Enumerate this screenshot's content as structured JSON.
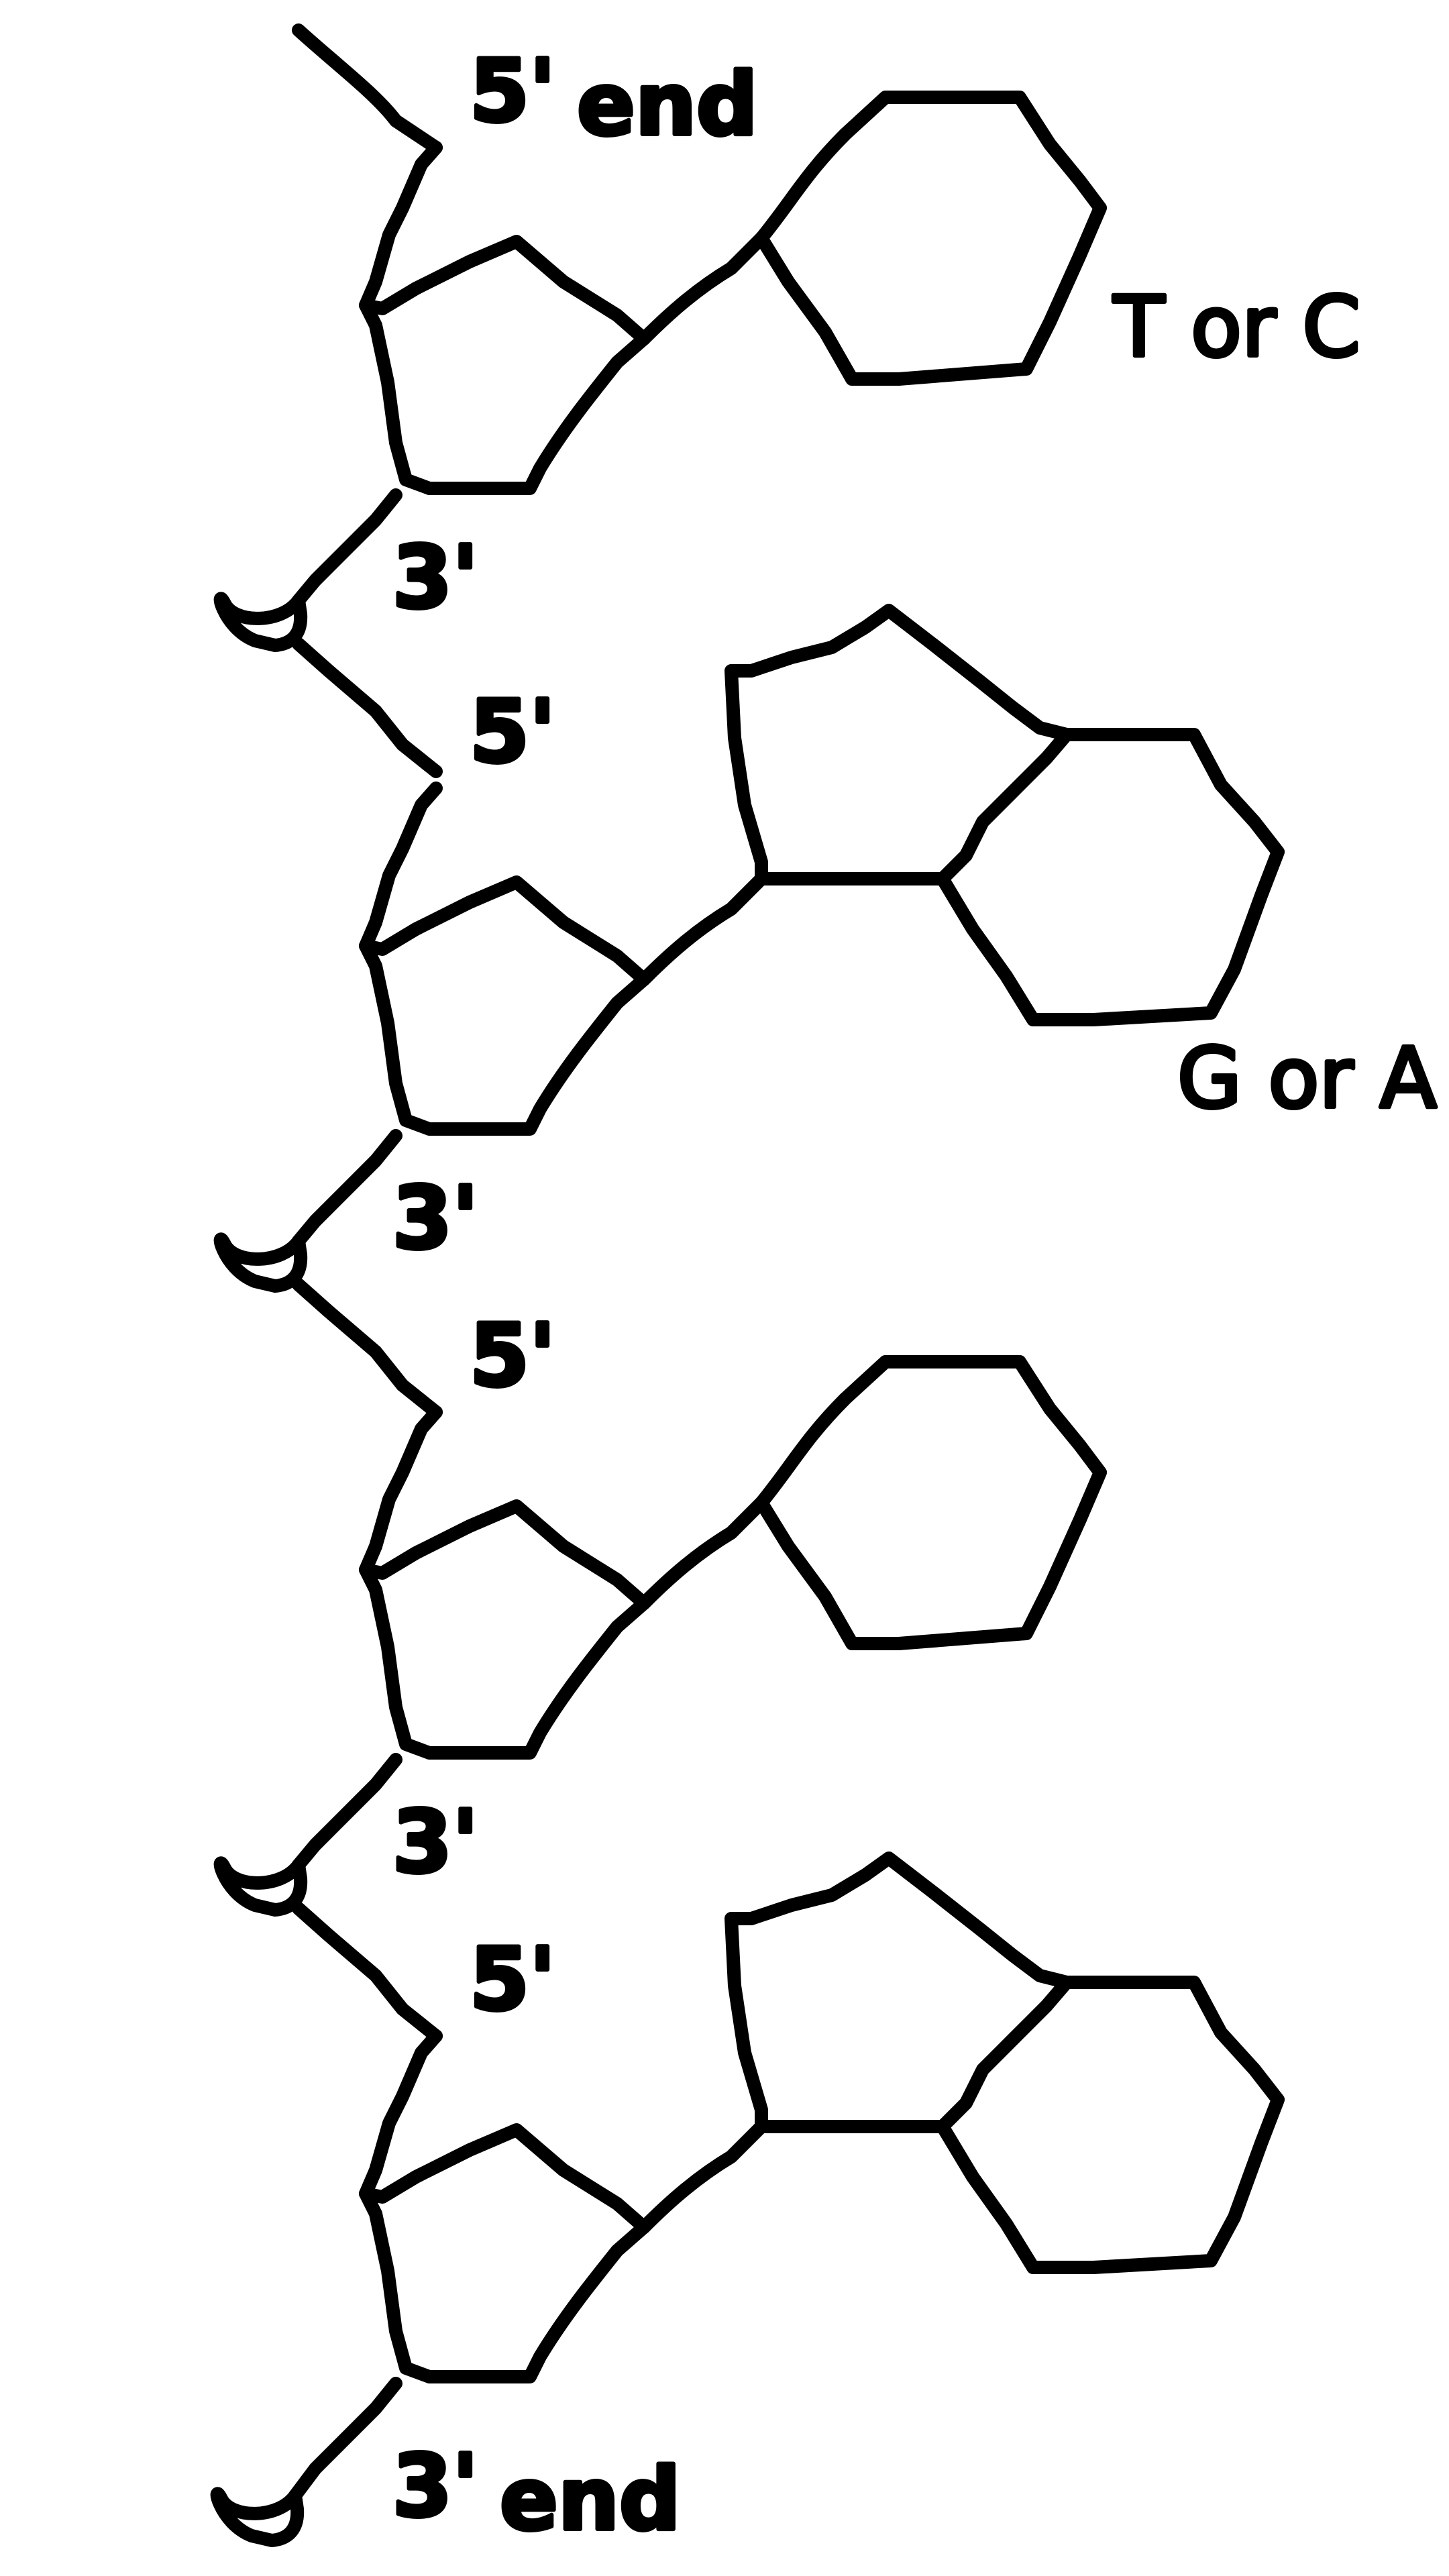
{
  "diagram": {
    "end_suffix": "end",
    "prime_5": "5'",
    "prime_3": "3'",
    "oxygen": "O",
    "nucleotides": [
      {
        "base_label": "T or C"
      },
      {
        "base_label": "G or A"
      },
      {
        "base_label": ""
      },
      {
        "base_label": ""
      }
    ]
  }
}
